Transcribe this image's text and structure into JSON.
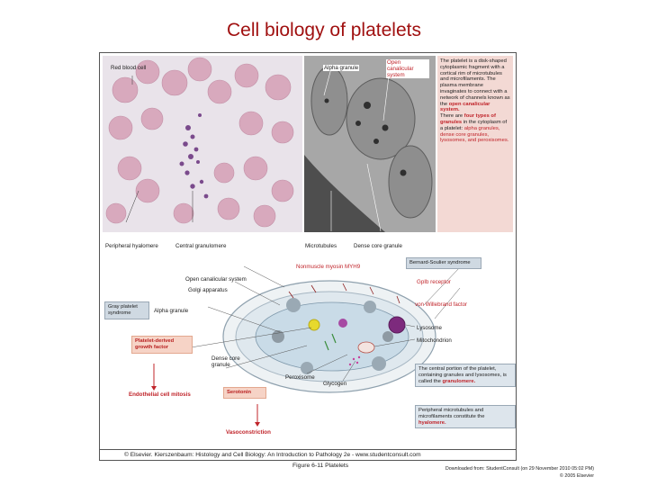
{
  "title": "Cell biology of platelets",
  "figure": {
    "top_labels": {
      "red_blood_cell": "Red blood cell",
      "alpha_granule": "Alpha granule",
      "open_canalicular": "Open canalicular system",
      "peripheral_hyalomere": "Peripheral hyalomere",
      "central_granulomere": "Central granulomere",
      "microtubules": "Microtubules",
      "dense_core_granule": "Dense core granule"
    },
    "side_text": {
      "p1": "The platelet is a disk-shaped cytoplasmic fragment with a cortical rim of microtubules and microfilaments. The plasma membrane invaginates to connect with a network of channels known as the",
      "p1_red": "open canalicular system.",
      "p2_a": "There are",
      "p2_red": "four types of granules",
      "p2_b": "in the cytoplasm of a platelet:",
      "p2_list": "alpha granules, dense core granules, lysosomes, and peroxisomes."
    },
    "diagram_labels": {
      "nonmuscle_myosin": "Nonmuscle myosin MYH9",
      "bernard_soulier": "Bernard-Soulier syndrome",
      "open_canalicular_system": "Open canalicular system",
      "gpib": "GpIb receptor",
      "golgi": "Golgi apparatus",
      "gray_platelet": "Gray platelet syndrome",
      "alpha_granule": "Alpha granule",
      "von_willebrand": "von Willebrand factor",
      "lysosome": "Lysosome",
      "mitochondrion": "Mitochondrion",
      "pdgf": "Platelet-derived growth factor",
      "dense_core_granule": "Dense core granule",
      "peroxisome": "Peroxisome",
      "glycogen": "Glycogen",
      "endothelial": "Endothelial cell mitosis",
      "serotonin": "Serotonin",
      "vasoconstriction": "Vasoconstriction"
    },
    "info_boxes": {
      "granulomere_a": "The central portion of the platelet, containing granules and lysosomes, is called the",
      "granulomere_b": "granulomere.",
      "hyalomere_a": "Peripheral microtubules and microfilaments constitute the",
      "hyalomere_b": "hyalomere."
    },
    "copyright": "© Elsevier. Kierszenbaum: Histology and Cell Biology: An Introduction to Pathology 2e - www.studentconsult.com"
  },
  "caption": "Figure 6-11 Platelets",
  "citation_line1": "Downloaded from: StudentConsult (on 29 November 2010 05:02 PM)",
  "citation_line2": "© 2005 Elsevier",
  "colors": {
    "title": "#a01010",
    "accent_red": "#c0242a",
    "rbc": "#d8a9bd",
    "gray_box": "#cfd9e2",
    "pink_box": "#f6d3c6"
  }
}
